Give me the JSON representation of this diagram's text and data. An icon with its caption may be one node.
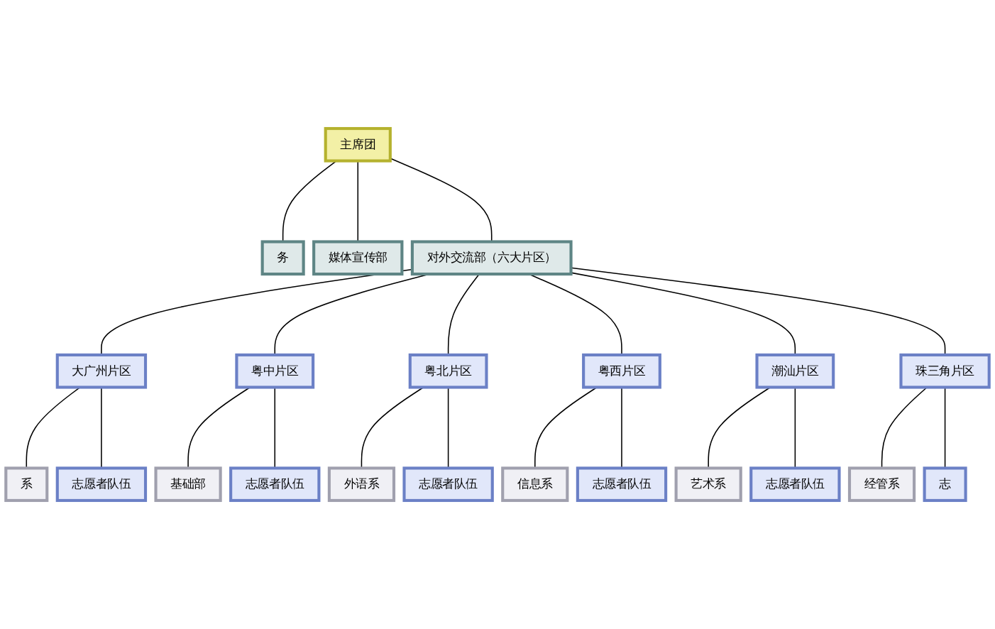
{
  "diagram": {
    "nodes": [
      {
        "text": [
          "主席团"
        ]
      },
      {
        "text": [
          "务"
        ]
      },
      {
        "text": [
          "媒体宣传部"
        ]
      },
      {
        "text": [
          "对外交流部（六大片区）"
        ]
      },
      {
        "text": [
          "大广州片区"
        ]
      },
      {
        "text": [
          "粤中片区"
        ]
      },
      {
        "text": [
          "粤北片区"
        ]
      },
      {
        "text": [
          "粤西片区"
        ]
      },
      {
        "text": [
          "潮汕片区"
        ]
      },
      {
        "text": [
          "珠三角片区"
        ]
      },
      {
        "text": [
          "系"
        ]
      },
      {
        "text": [
          "基础部"
        ]
      },
      {
        "text": [
          "外语系"
        ]
      },
      {
        "text": [
          "信息系"
        ]
      },
      {
        "text": [
          "艺术系"
        ]
      },
      {
        "text": [
          "经管系"
        ]
      },
      {
        "text": [
          "志愿者队伍"
        ]
      },
      {
        "text": [
          "志愿者队伍"
        ]
      },
      {
        "text": [
          "志愿者队伍"
        ]
      },
      {
        "text": [
          "志愿者队伍"
        ]
      },
      {
        "text": [
          "志愿者队伍"
        ]
      },
      {
        "text": [
          "志"
        ]
      }
    ],
    "edges": [
      {
        "from": 0,
        "to": 1,
        "arrow": "none"
      },
      {
        "from": 0,
        "to": 2,
        "arrow": "none"
      },
      {
        "from": 0,
        "to": 3,
        "arrow": "none"
      },
      {
        "from": 3,
        "to": 4,
        "arrow": "none"
      },
      {
        "from": 3,
        "to": 5,
        "arrow": "none"
      },
      {
        "from": 3,
        "to": 6,
        "arrow": "none"
      },
      {
        "from": 3,
        "to": 7,
        "arrow": "none"
      },
      {
        "from": 3,
        "to": 8,
        "arrow": "none"
      },
      {
        "from": 3,
        "to": 9,
        "arrow": "none"
      },
      {
        "from": 4,
        "to": 10,
        "arrow": "none"
      },
      {
        "from": 4,
        "to": 16,
        "arrow": "none"
      },
      {
        "from": 5,
        "to": 11,
        "arrow": "none"
      },
      {
        "from": 5,
        "to": 17,
        "arrow": "none"
      },
      {
        "from": 6,
        "to": 12,
        "arrow": "none"
      },
      {
        "from": 6,
        "to": 18,
        "arrow": "none"
      },
      {
        "from": 7,
        "to": 13,
        "arrow": "none"
      },
      {
        "from": 7,
        "to": 19,
        "arrow": "none"
      },
      {
        "from": 8,
        "to": 14,
        "arrow": "none"
      },
      {
        "from": 8,
        "to": 20,
        "arrow": "none"
      },
      {
        "from": 9,
        "to": 15,
        "arrow": "none"
      },
      {
        "from": 9,
        "to": 21,
        "arrow": "none"
      }
    ]
  }
}
